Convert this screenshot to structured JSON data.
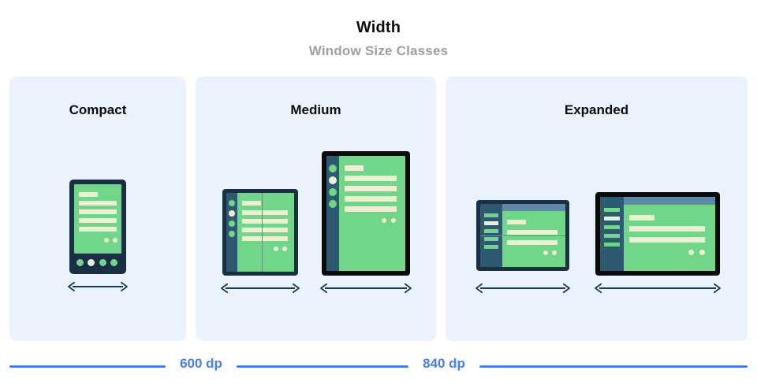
{
  "header": {
    "title": "Width",
    "subtitle": "Window Size Classes"
  },
  "panels": [
    {
      "key": "compact",
      "title": "Compact"
    },
    {
      "key": "medium",
      "title": "Medium"
    },
    {
      "key": "expanded",
      "title": "Expanded"
    }
  ],
  "scale": {
    "breakpoints": [
      {
        "label": "600 dp"
      },
      {
        "label": "840 dp"
      }
    ]
  },
  "colors": {
    "panel_background": "#eaf2fd",
    "screen_green": "#72d68a",
    "content_cream": "#edefd2",
    "rail_slate": "#2d5a70",
    "appbar_blue": "#5e87a8",
    "phone_frame": "#1a2e44",
    "tablet_frame": "#0a0a0a",
    "breakpoint_blue": "#4a7ef0",
    "arrow_navy": "#1f3a56",
    "title_black": "#0d0d0d",
    "subtitle_gray": "#9aa0a6"
  },
  "devices": [
    {
      "key": "compact-phone",
      "panel": "compact",
      "type": "phone-portrait"
    },
    {
      "key": "medium-foldable",
      "panel": "medium",
      "type": "foldable-portrait"
    },
    {
      "key": "medium-tablet",
      "panel": "medium",
      "type": "tablet-portrait"
    },
    {
      "key": "expanded-foldable",
      "panel": "expanded",
      "type": "foldable-landscape"
    },
    {
      "key": "expanded-tablet",
      "panel": "expanded",
      "type": "tablet-landscape"
    }
  ]
}
